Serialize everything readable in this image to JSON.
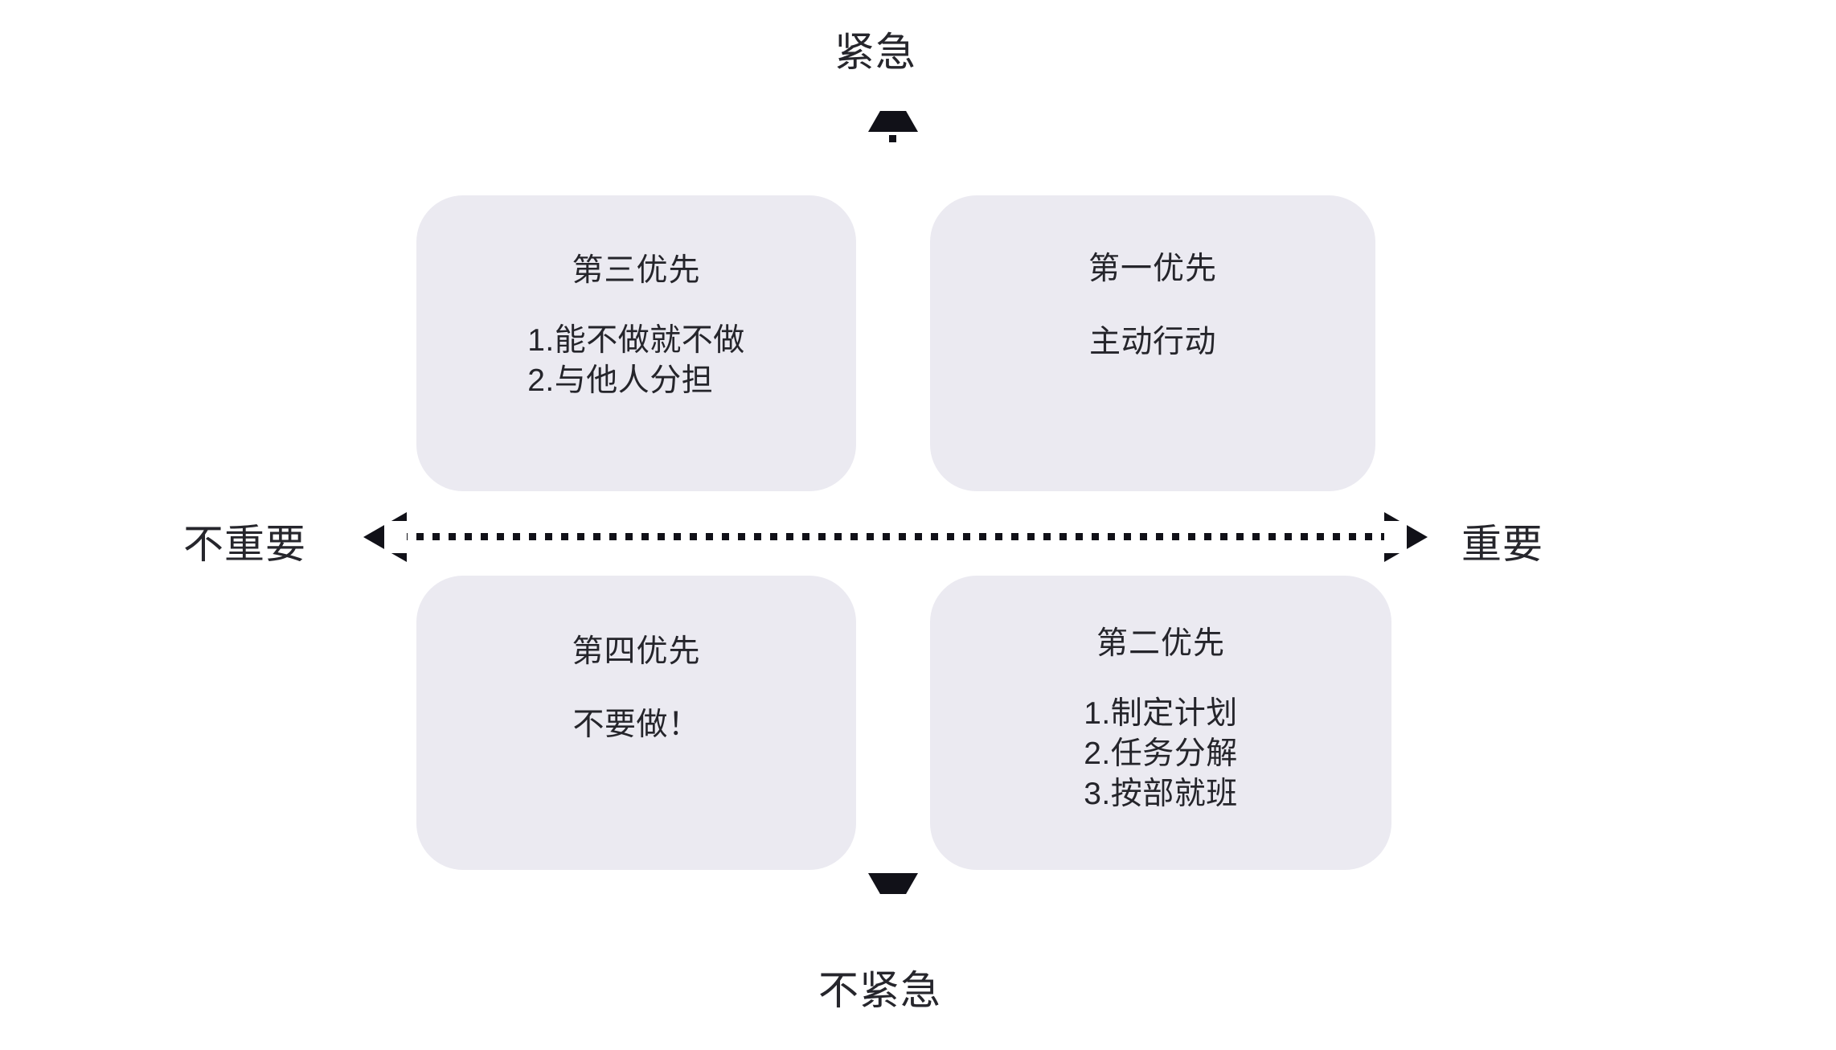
{
  "diagram": {
    "type": "eisenhower-matrix",
    "background_color": "#ffffff",
    "card_color": "#ebeaf1",
    "text_color": "#25252b",
    "axis_color": "#111118"
  },
  "axes": {
    "top_label": "紧急",
    "bottom_label": "不紧急",
    "left_label": "不重要",
    "right_label": "重要"
  },
  "quadrants": {
    "top_left": {
      "title": "第三优先",
      "lines": [
        "1.能不做就不做",
        "2.与他人分担"
      ]
    },
    "top_right": {
      "title": "第一优先",
      "lines": [
        "主动行动"
      ]
    },
    "bottom_left": {
      "title": "第四优先",
      "lines": [
        "不要做！"
      ]
    },
    "bottom_right": {
      "title": "第二优先",
      "lines": [
        "1.制定计划",
        "2.任务分解",
        "3.按部就班"
      ]
    }
  }
}
